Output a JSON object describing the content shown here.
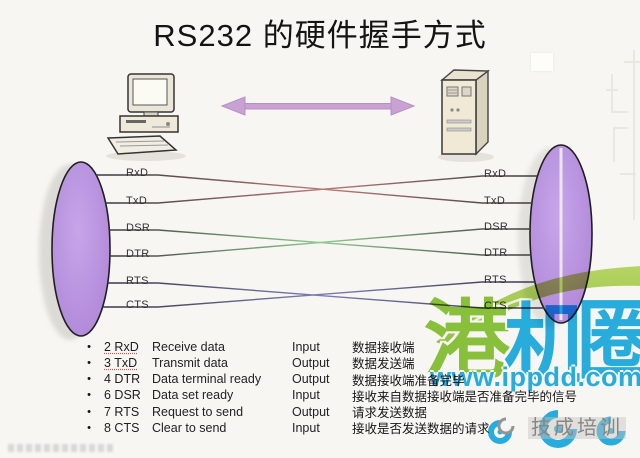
{
  "title": "RS232 的硬件握手方式",
  "diagram": {
    "signals_left": [
      "RxD",
      "TxD",
      "DSR",
      "DTR",
      "RTS",
      "CTS"
    ],
    "signals_right": [
      "RxD",
      "TxD",
      "DSR",
      "DTR",
      "RTS",
      "CTS"
    ],
    "connections": [
      {
        "from": "RxD",
        "to": "TxD"
      },
      {
        "from": "DSR",
        "to": "DTR"
      },
      {
        "from": "RTS",
        "to": "CTS"
      }
    ]
  },
  "pin_table": {
    "bullet": "•",
    "rows": [
      {
        "pin": "2 RxD",
        "name": "Receive data",
        "direction": "Input",
        "description": "数据接收端"
      },
      {
        "pin": "3 TxD",
        "name": "Transmit data",
        "direction": "Output",
        "description": "数据发送端"
      },
      {
        "pin": "4 DTR",
        "name": "Data terminal ready",
        "direction": "Output",
        "description": "数据接收端准备完毕"
      },
      {
        "pin": "6 DSR",
        "name": "Data set ready",
        "direction": "Input",
        "description": "接收来自数据接收端是否准备完毕的信号"
      },
      {
        "pin": "7 RTS",
        "name": "Request to send",
        "direction": "Output",
        "description": "请求发送数据"
      },
      {
        "pin": "8 CTS",
        "name": "Clear to send",
        "direction": "Input",
        "description": "接收是否发送数据的请求"
      }
    ]
  },
  "watermark": {
    "brand_chars": [
      "港",
      "机",
      "圈"
    ],
    "url": "www.ippdd.com",
    "training_label": "技成培训"
  },
  "colors": {
    "connector_purple": "#b18ad8",
    "arrow_purple": "#c9a2d4",
    "watermark_green": "#8cc63e",
    "watermark_blue": "#29b2e8",
    "wire_tint_rxd_txd": "#b97a7a",
    "wire_tint_dsr_dtr": "#8fca8f",
    "wire_tint_rts_cts": "#7d7db2"
  }
}
